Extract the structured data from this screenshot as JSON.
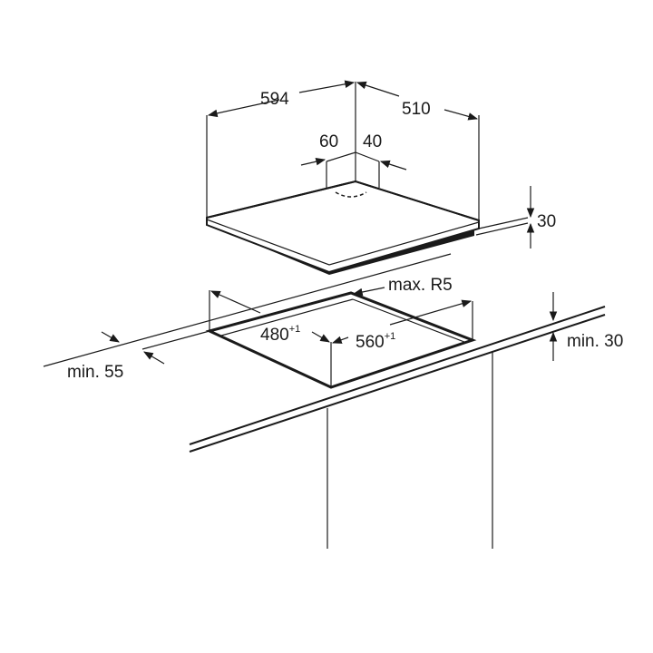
{
  "dimensions": {
    "hob_width": "594",
    "hob_depth": "510",
    "rear_offset_left": "60",
    "rear_offset_right": "40",
    "hob_height": "30",
    "corner_radius": "max. R5",
    "cutout_depth": "480",
    "cutout_depth_tol": "+1",
    "cutout_width": "560",
    "cutout_width_tol": "+1",
    "front_clearance": "min. 55",
    "below_clearance": "min. 30"
  },
  "colors": {
    "line": "#1a1a1a",
    "background": "#ffffff"
  }
}
